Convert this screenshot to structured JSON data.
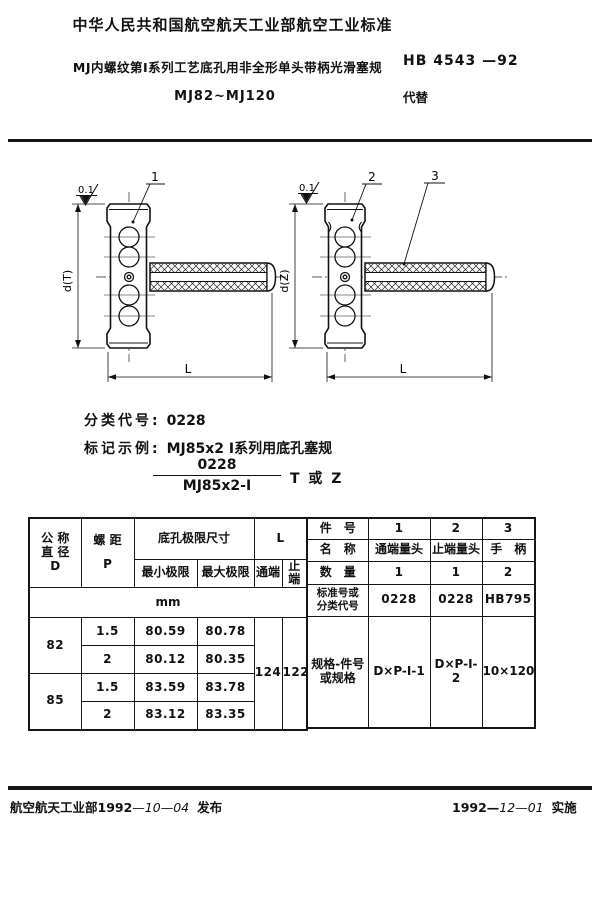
{
  "header": {
    "org_line": "中华人民共和国航空航天工业部航空工业标准",
    "title": "MJ内螺纹第I系列工艺底孔用非全形单头带柄光滑塞规",
    "range": "MJ82~MJ120",
    "std_no": "HB 4543 —92",
    "supersede": "代替"
  },
  "drawing": {
    "finish": "0.1",
    "left": {
      "callout": "1",
      "dia": "d(T)",
      "len": "L"
    },
    "right": {
      "callout_body": "2",
      "callout_handle": "3",
      "dia": "d(Z)",
      "len": "L"
    }
  },
  "classification": {
    "code_label": "分类代号:",
    "code_value": "0228",
    "example_label": "标记示例:",
    "example_value": "MJ85x2 I系列用底孔塞规",
    "frac_num": "0228",
    "frac_den": "MJ85x2-I",
    "frac_suffix": "T 或 Z"
  },
  "left_table": {
    "headers": {
      "d_l1": "公 称",
      "d_l2": "直 径",
      "d_l3": "D",
      "p_l1": "螺 距",
      "p_l2": "P",
      "limits": "底孔极限尺寸",
      "min": "最小极限",
      "max": "最大极限",
      "len": "L",
      "go": "通端",
      "nogo": "止端",
      "unit": "mm"
    },
    "d_groups": [
      "82",
      "85"
    ],
    "rows": [
      {
        "p": "1.5",
        "min": "80.59",
        "max": "80.78"
      },
      {
        "p": "2",
        "min": "80.12",
        "max": "80.35"
      },
      {
        "p": "1.5",
        "min": "83.59",
        "max": "83.78"
      },
      {
        "p": "2",
        "min": "83.12",
        "max": "83.35"
      }
    ],
    "L_go": "124",
    "L_nogo": "122"
  },
  "right_table": {
    "labels": {
      "part_no": "件　号",
      "name": "名　称",
      "qty": "数　量",
      "std_l1": "标准号或",
      "std_l2": "分类代号",
      "spec_l1": "规格-件号",
      "spec_l2": "或规格"
    },
    "part_no": [
      "1",
      "2",
      "3"
    ],
    "names": [
      "通端量头",
      "止端量头",
      "手　柄"
    ],
    "qty": [
      "1",
      "1",
      "2"
    ],
    "std": [
      "0228",
      "0228",
      "HB795"
    ],
    "spec": [
      "D×P-I-1",
      "D×P-I-2",
      "10×120"
    ]
  },
  "footer": {
    "left_printed": "航空航天工业部1992",
    "left_hand": "—10—04",
    "left_label": "发布",
    "right_printed": "1992—",
    "right_hand": "12—01",
    "right_label": "实施"
  }
}
